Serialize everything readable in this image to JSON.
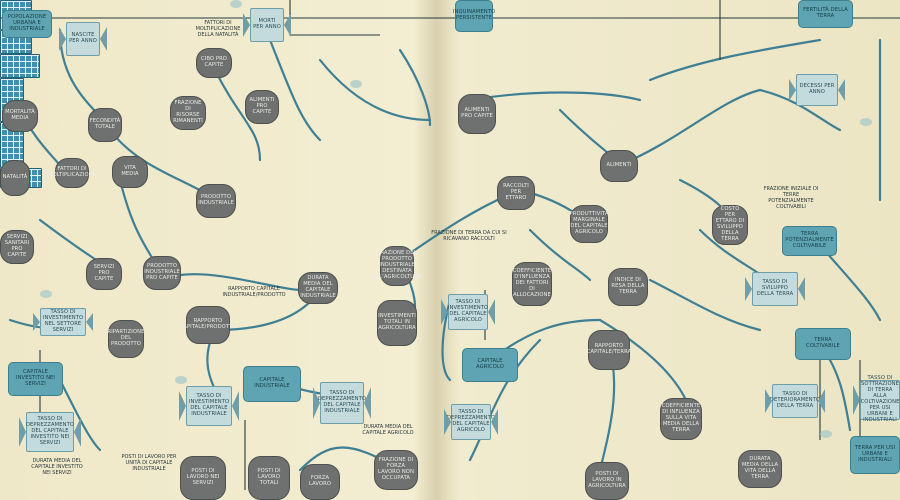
{
  "page_title": "Diagramma di flusso del modello (sistema mondiale)",
  "levels": {
    "popolazione_urbana": "POPOLAZIONE URBANA E INDUSTRIALE",
    "capitale_servizi": "CAPITALE INVESTITO NEI SERVIZI",
    "capitale_industriale": "CAPITALE INDUSTRIALE",
    "capitale_agricolo": "CAPITALE AGRICOLO",
    "terra_disponibile": "TERRA POTENZIALMENTE COLTIVABILE",
    "terra_coltivabile": "TERRA COLTIVABILE",
    "terra_urbana": "TERRA PER USI URBANI E INDUSTRIALI",
    "inquinamento": "INQUINAMENTO PERSISTENTE",
    "terra_fertile": "FERTILITÀ DELLA TERRA"
  },
  "rates": {
    "nascite": "NASCITE PER ANNO",
    "invest_servizi": "TASSO DI INVESTIMENTO NEL SETTORE SERVIZI",
    "deprezz_servizi": "TASSO DI DEPREZZAMENTO DEL CAPITALE INVESTITO NEI SERVIZI",
    "invest_industriale": "TASSO DI INVESTIMENTO DEL CAPITALE INDUSTRIALE",
    "deprezz_industriale": "TASSO DI DEPREZZAMENTO DEL CAPITALE INDUSTRIALE",
    "invest_agricolo": "TASSO DI INVESTIMENTO DEL CAPITALE AGRICOLO",
    "deprezz_agricolo": "TASSO DI DEPREZZAMENTO DEL CAPITALE AGRICOLO",
    "sviluppo_terra": "TASSO DI SVILUPPO DELLA TERRA",
    "deterioramento": "TASSO DI DETERIORAMENTO DELLA TERRA",
    "sottrazione": "TASSO DI SOTTRAZIONE DI TERRA ALLA COLTIVAZIONE PER USI URBANI E INDUSTRIALI",
    "morti_1": "MORTI PER ANNO",
    "decessi": "DECESSI PER ANNO"
  },
  "aux": {
    "a_mortalita": "MORTALITÀ MEDIA",
    "a_natalita": "NATALITÀ",
    "a_fattori_l": "FATTORI DI MOLTIPLICAZIONE",
    "a_fecondita": "FECONDITÀ TOTALE",
    "a_vita_media": "VITA MEDIA",
    "a_servizi_sanitari": "SERVIZI SANITARI PRO CAPITE",
    "a_servizi": "SERVIZI PRO CAPITE",
    "a_reddito": "PRODOTTO INDUSTRIALE PRO CAPITE",
    "a_cibo": "CIBO PRO CAPITE",
    "a_risorse": "FRAZIONE DI RISORSE RIMANENTI",
    "a_prodotto": "PRODOTTO INDUSTRIALE",
    "a_occupati": "POSTI DI LAVORO TOTALI",
    "a_disoccupazione": "FRAZIONE DI FORZA LAVORO NON OCCUPATA",
    "a_forza_lavoro": "FORZA LAVORO",
    "a_posti_agric": "POSTI DI LAVORO IN AGRICOLTURA",
    "a_inv_agric": "INVESTIMENTI TOTALI IN AGRICOLTURA",
    "a_frazione_ind": "FRAZIONE DEL PRODOTTO INDUSTRIALE DESTINATA ALL'AGRICOLTURA",
    "a_alimenti": "ALIMENTI",
    "a_raccolti": "RACCOLTI PER ETTARO",
    "a_produttivita": "PRODUTTIVITÀ MARGINALE DEL CAPITALE AGRICOLO",
    "a_costo_sviluppo": "COSTO PER ETTARO DI SVILUPPO DELLA TERRA",
    "a_coeff": "COEFFICIENTE D'INFLUENZA DEI FATTORI DI ALLOCAZIONE",
    "a_indice": "INDICE DI RESA DELLA TERRA",
    "a_cap_terra": "RAPPORTO CAPITALE/TERRA",
    "a_vita_terra": "DURATA MEDIA DELLA VITA DELLA TERRA",
    "a_coeff_vita": "COEFFICIENTE DI INFLUENZA SULLA VITA MEDIA DELLA TERRA",
    "a_posti_servizi": "POSTI DI LAVORO NEI SERVIZI",
    "a_alim_pro": "ALIMENTI PRO CAPITE",
    "a_capitale_prod": "RAPPORTO CAPITALE/PRODOTTO",
    "a_durata_ind": "DURATA MEDIA DEL CAPITALE INDUSTRIALE",
    "a_ripartiz": "RIPARTIZIONE DEL PRODOTTO"
  },
  "labels": {
    "l_fattore": "RAPPORTO CAPITALE INDUSTRIALE/PRODOTTO",
    "l_durata_servizi": "DURATA MEDIA DEL CAPITALE INVESTITO NEI SERVIZI",
    "l_posti_unita": "POSTI DI LAVORO PER UNITÀ DI CAPITALE INDUSTRIALE",
    "l_frazione_terra": "FRAZIONE DI TERRA DA CUI SI RICAVANO RACCOLTI",
    "l_frazione_iniziale": "FRAZIONE INIZIALE DI TERRE POTENZIALMENTE COLTIVABILI",
    "l_durata_agric": "DURATA MEDIA DEL CAPITALE AGRICOLO",
    "l_fattori_mult": "FATTORI DI MOLTIPLICAZIONE DELLA NATALITÀ"
  }
}
